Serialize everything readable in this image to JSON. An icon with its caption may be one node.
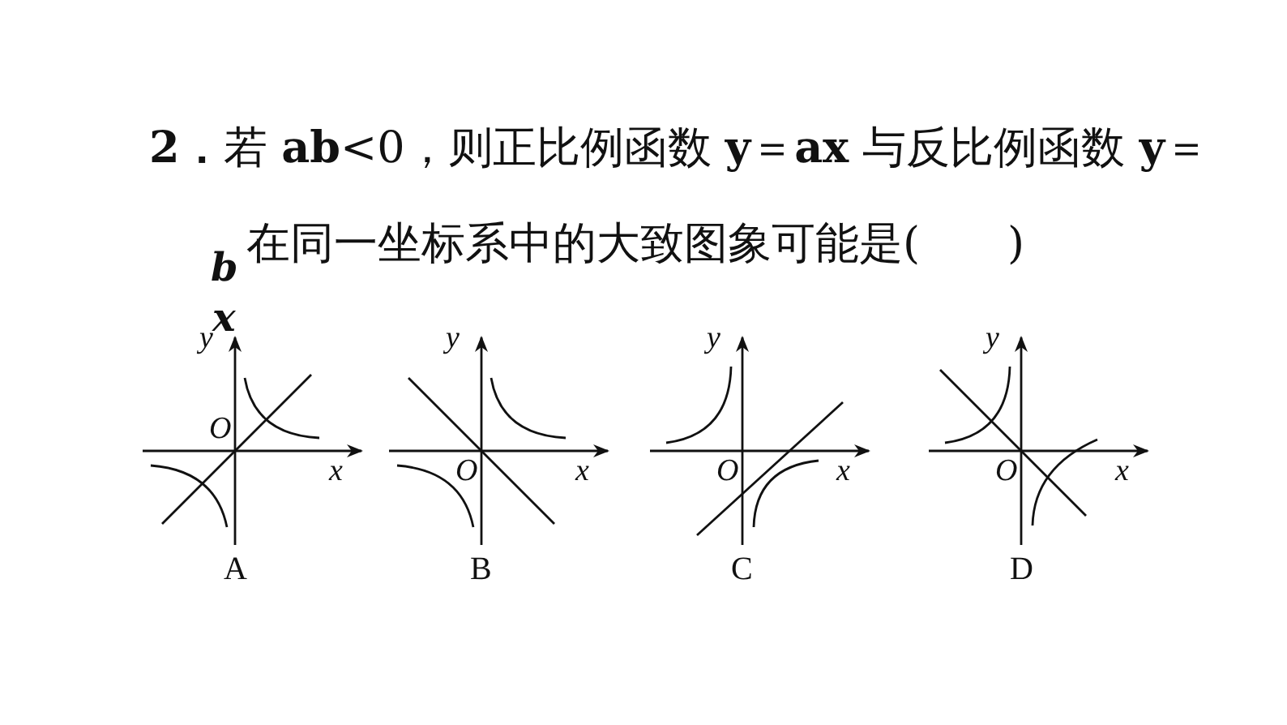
{
  "diagram": {
    "labels": [
      "2．",
      "若 **ab**<0，则正比例函数 **y**＝**ax** 与反比例函数 **y**＝",
      "b",
      "x",
      "在同一坐标系中的大致图象可能是(　　)",
      "y",
      "O",
      "x",
      "A",
      "y",
      "O",
      "x",
      "B",
      "y",
      "O",
      "x",
      "C",
      "y",
      "O",
      "x",
      "D"
    ]
  }
}
